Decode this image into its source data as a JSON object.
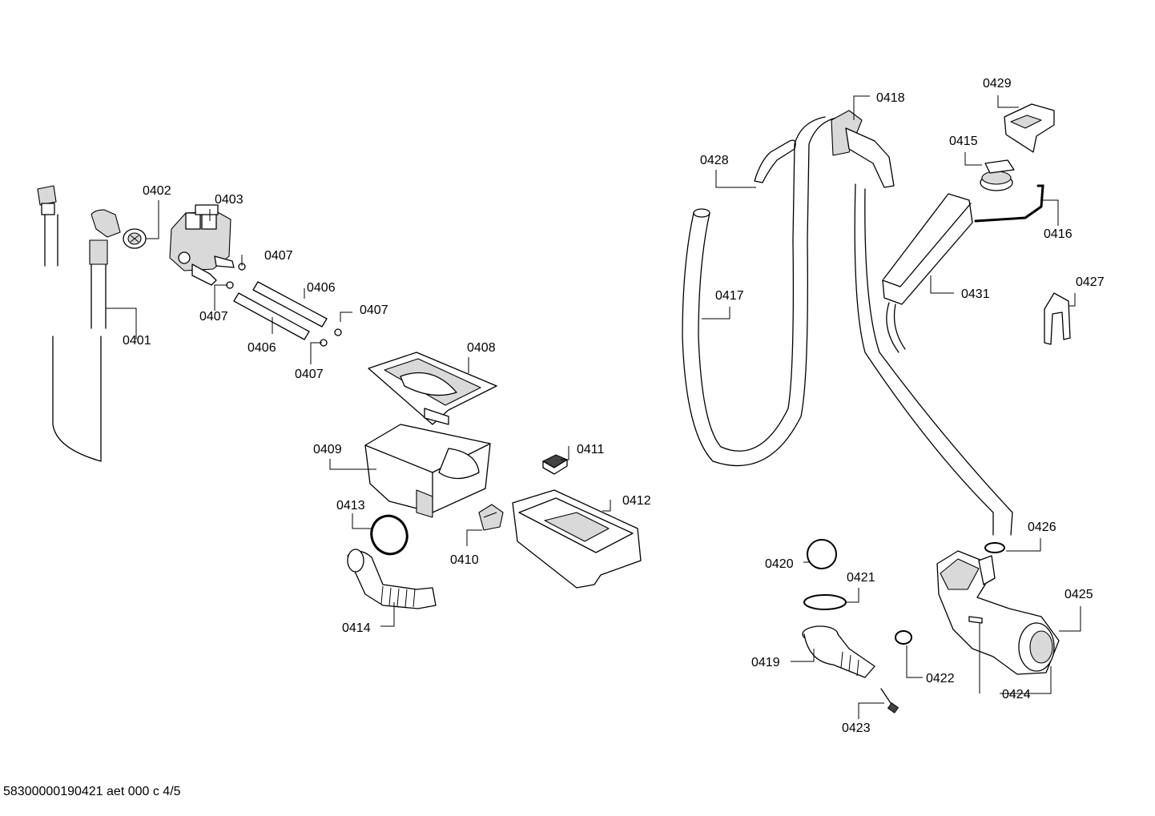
{
  "diagram": {
    "labels": {
      "p0401": "0401",
      "p0402": "0402",
      "p0403": "0403",
      "p0406a": "0406",
      "p0406b": "0406",
      "p0407a": "0407",
      "p0407b": "0407",
      "p0407c": "0407",
      "p0407d": "0407",
      "p0408": "0408",
      "p0409": "0409",
      "p0410": "0410",
      "p0411": "0411",
      "p0412": "0412",
      "p0413": "0413",
      "p0414": "0414",
      "p0415": "0415",
      "p0416": "0416",
      "p0417": "0417",
      "p0418": "0418",
      "p0419": "0419",
      "p0420": "0420",
      "p0421": "0421",
      "p0422": "0422",
      "p0423": "0423",
      "p0424": "0424",
      "p0425": "0425",
      "p0426": "0426",
      "p0427": "0427",
      "p0428": "0428",
      "p0429": "0429",
      "p0431": "0431"
    }
  },
  "footer": {
    "text": "58300000190421 aet 000 c 4/5"
  }
}
